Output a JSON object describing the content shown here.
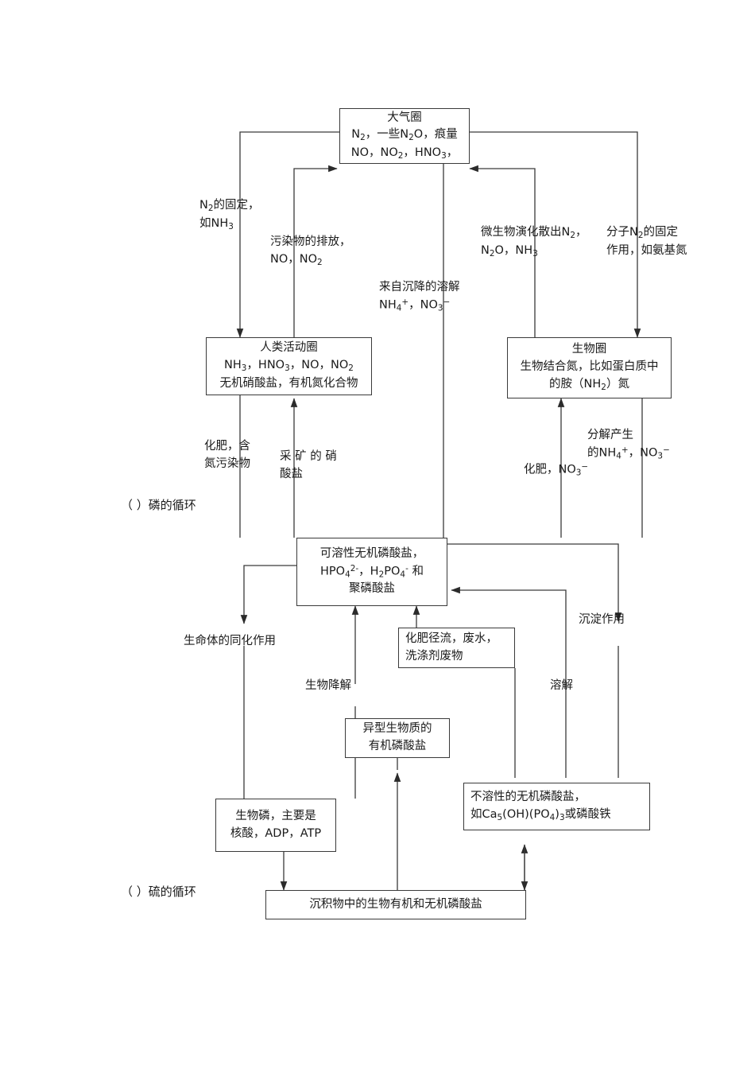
{
  "diagram": {
    "title_hidden": "氮循环与磷循环示意图",
    "section_labels": [
      {
        "id": "phosphorus-cycle",
        "text": "（ ）磷的循环"
      },
      {
        "id": "sulfur-cycle",
        "text": "（ ）硫的循环"
      }
    ],
    "boxes": [
      {
        "id": "atmosphere",
        "lines": [
          "大气圈",
          "N₂，一些N₂O，痕量",
          "NO，NO₂，HNO₃，"
        ]
      },
      {
        "id": "human-activity",
        "lines": [
          "人类活动圈",
          "NH₃，HNO₃，NO，NO₂",
          "无机硝酸盐，有机氮化合物"
        ]
      },
      {
        "id": "biosphere",
        "lines": [
          "生物圈",
          "生物结合氮，比如蛋白质中",
          "的胺（NH₂）氮"
        ]
      },
      {
        "id": "soluble-phosphate",
        "lines": [
          "可溶性无机磷酸盐，",
          "HPO₄²⁻，H₂PO₄⁻ 和",
          "聚磷酸盐"
        ]
      },
      {
        "id": "fertilizer-runoff",
        "lines": [
          "化肥径流，废水，",
          "洗涤剂废物"
        ]
      },
      {
        "id": "heterotrophic-organic-phosphate",
        "lines": [
          "异型生物质的",
          "有机磷酸盐"
        ]
      },
      {
        "id": "biological-phosphorus",
        "lines": [
          "生物磷，主要是",
          "核酸，ADP，ATP"
        ]
      },
      {
        "id": "insoluble-phosphate",
        "lines": [
          "不溶性的无机磷酸盐，",
          "如Ca₅(OH)(PO₄)₃或磷酸铁"
        ]
      },
      {
        "id": "sediment-phosphate",
        "lines": [
          "沉积物中的生物有机和无机磷酸盐"
        ]
      }
    ],
    "edge_labels": [
      {
        "id": "n2-fixation",
        "lines": [
          "N₂的固定，",
          "如NH₃"
        ]
      },
      {
        "id": "pollutant-emission",
        "lines": [
          "污染物的排放，",
          "NO，NO₂"
        ]
      },
      {
        "id": "deposition-dissolution",
        "lines": [
          "来自沉降的溶解",
          "NH₄⁺，NO₃⁻"
        ]
      },
      {
        "id": "microbial-release",
        "lines": [
          "微生物演化散出N₂，",
          "N₂O，NH₃"
        ]
      },
      {
        "id": "molecular-n2-fixation",
        "lines": [
          "分子N₂的固定",
          "作用，如氨基氮"
        ]
      },
      {
        "id": "fertilizer-nitrogen-pollutant",
        "lines": [
          "化肥，含",
          "氮污染物"
        ]
      },
      {
        "id": "mined-nitrate",
        "lines": [
          "采 矿 的 硝",
          "酸盐"
        ]
      },
      {
        "id": "fertilizer-no3",
        "lines": [
          "化肥，NO₃⁻"
        ]
      },
      {
        "id": "decomposition-products",
        "lines": [
          "分解产生",
          "的NH₄⁺，NO₃⁻"
        ]
      },
      {
        "id": "assimilation",
        "lines": [
          "生命体的同化作用"
        ]
      },
      {
        "id": "biodegradation",
        "lines": [
          "生物降解"
        ]
      },
      {
        "id": "precipitation",
        "lines": [
          "沉淀作用"
        ]
      },
      {
        "id": "dissolution",
        "lines": [
          "溶解"
        ]
      }
    ],
    "colors": {
      "stroke": "#3a3a3a",
      "text": "#1a1a1a",
      "background": "#ffffff"
    }
  }
}
